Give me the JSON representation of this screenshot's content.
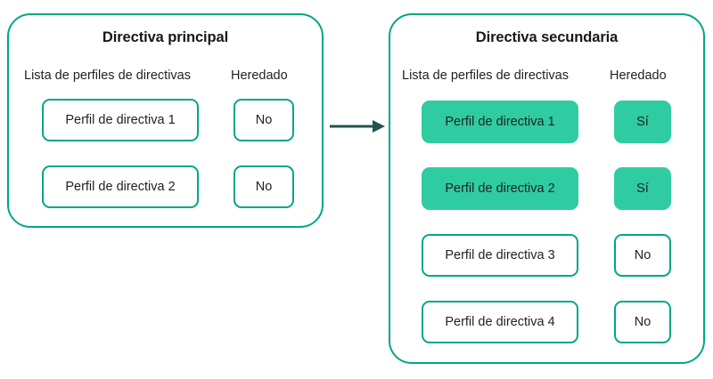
{
  "diagram": {
    "type": "inheritance-flow",
    "colors": {
      "panel_border": "#00a687",
      "filled_cell": "#2fcca1",
      "arrow": "#24534f",
      "text": "#1f2023",
      "background": "#ffffff"
    },
    "connector": {
      "name": "arrow-right",
      "from": "Directiva principal",
      "to": "Directiva secundaria"
    },
    "panels": [
      {
        "id": "primary",
        "title": "Directiva principal",
        "columns": {
          "profiles": "Lista de perfiles de directivas",
          "inherited": "Heredado"
        },
        "rows": [
          {
            "profile": "Perfil de directiva 1",
            "inherited": "No",
            "highlighted": false
          },
          {
            "profile": "Perfil de directiva 2",
            "inherited": "No",
            "highlighted": false
          }
        ]
      },
      {
        "id": "secondary",
        "title": "Directiva secundaria",
        "columns": {
          "profiles": "Lista de perfiles de directivas",
          "inherited": "Heredado"
        },
        "rows": [
          {
            "profile": "Perfil de directiva 1",
            "inherited": "Sí",
            "highlighted": true
          },
          {
            "profile": "Perfil de directiva 2",
            "inherited": "Sí",
            "highlighted": true
          },
          {
            "profile": "Perfil de directiva 3",
            "inherited": "No",
            "highlighted": false
          },
          {
            "profile": "Perfil de directiva 4",
            "inherited": "No",
            "highlighted": false
          }
        ]
      }
    ]
  }
}
